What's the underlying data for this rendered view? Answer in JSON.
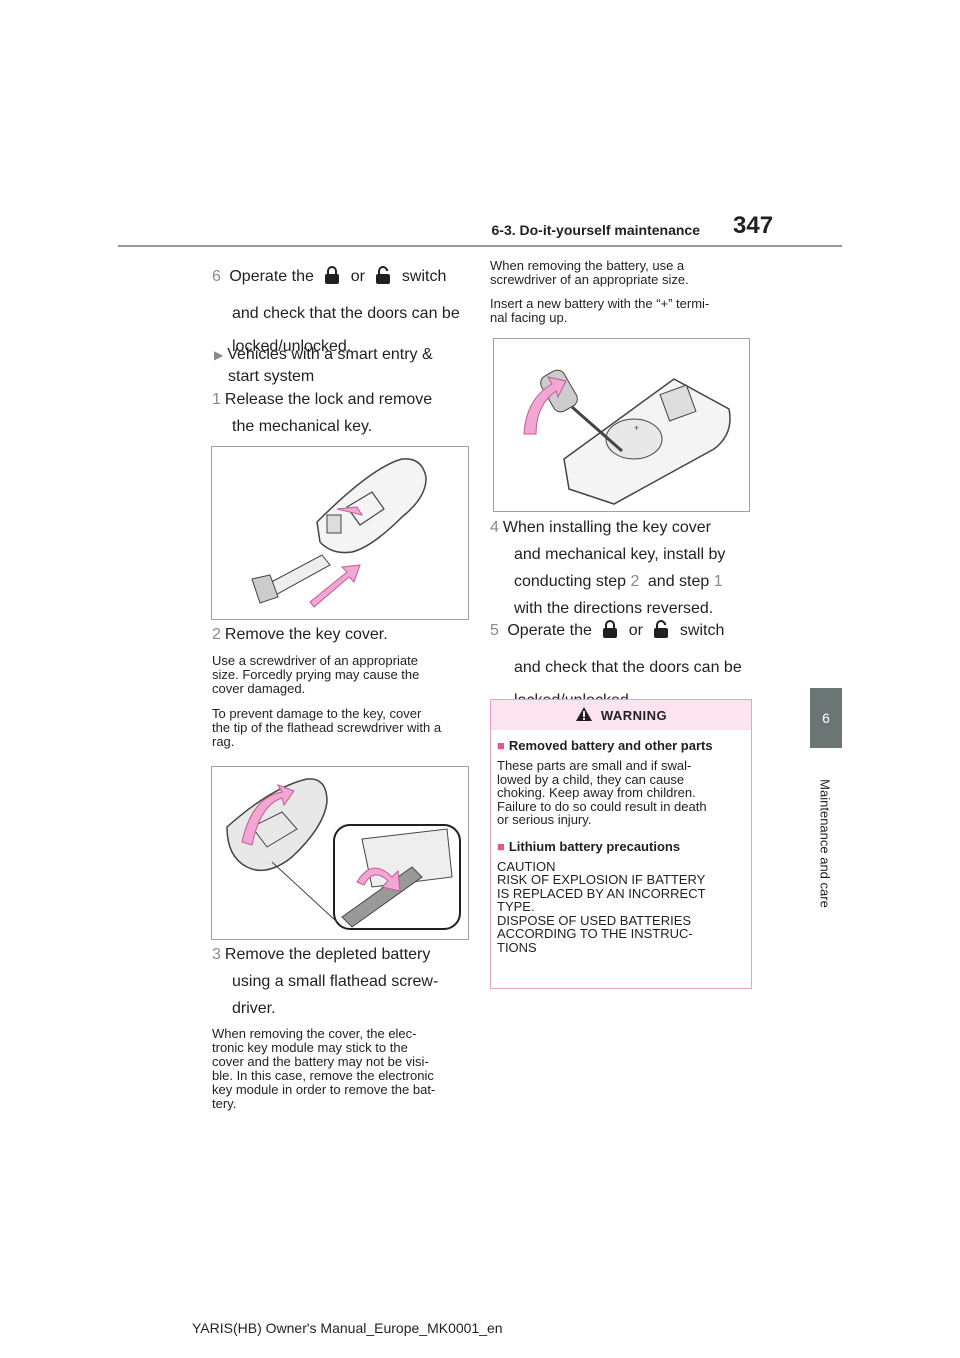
{
  "header": {
    "section_title": "6-3. Do-it-yourself maintenance",
    "page_number": "347"
  },
  "side_tab": {
    "number": "6",
    "label": "Maintenance and care"
  },
  "left": {
    "step6": {
      "num": "6",
      "text_a": "Operate the",
      "text_or": "or",
      "text_b": "switch",
      "text_c": "and check that the doors can be",
      "text_d": "locked/unlocked."
    },
    "bullet": {
      "line1": "Vehicles with a smart entry &",
      "line2": "start system"
    },
    "step1": {
      "num": "1",
      "line1": "Release the lock and remove",
      "line2": "the mechanical key."
    },
    "step2": {
      "num": "2",
      "line1": "Remove the key cover."
    },
    "note2a": [
      "Use a screwdriver of an appropriate",
      "size. Forcedly prying may cause the",
      "cover damaged."
    ],
    "note2b": [
      "To prevent damage to the key, cover",
      "the tip of the flathead screwdriver with a",
      "rag."
    ],
    "step3": {
      "num": "3",
      "line1": "Remove the depleted battery",
      "line2": "using a small flathead screw-",
      "line3": "driver."
    },
    "note3": [
      "When removing the cover, the elec-",
      "tronic key module may stick to the",
      "cover and the battery may not be visi-",
      "ble. In this case, remove the electronic",
      "key module in order to remove the bat-",
      "tery."
    ]
  },
  "right": {
    "note_top_a": [
      "When removing the battery, use a",
      "screwdriver of an appropriate size."
    ],
    "note_top_b": [
      "Insert a new battery with the “+” termi-",
      "nal facing up."
    ],
    "step4": {
      "num": "4",
      "line1": "When installing the key cover",
      "line2": "and mechanical key, install by",
      "line3a": "conducting step",
      "ref1": "2",
      "line3b": "and step",
      "ref2": "1",
      "line4": "with the directions reversed."
    },
    "step5": {
      "num": "5",
      "text_a": "Operate the",
      "text_or": "or",
      "text_b": "switch",
      "text_c": "and check that the doors can be",
      "text_d": "locked/unlocked."
    }
  },
  "warning": {
    "heading": "WARNING",
    "item1_title": "Removed battery and other parts",
    "item1_text": [
      "These parts are small and if swal-",
      "lowed by a child, they can cause",
      "choking. Keep away from children.",
      "Failure to do so could result in death",
      "or serious injury."
    ],
    "item2_title": "Lithium battery precautions",
    "item2_text": [
      "CAUTION",
      "RISK OF EXPLOSION IF BATTERY",
      "IS REPLACED BY AN INCORRECT",
      "TYPE.",
      "DISPOSE OF USED BATTERIES",
      "ACCORDING TO THE INSTRUC-",
      "TIONS"
    ]
  },
  "footer": {
    "text": "YARIS(HB) Owner's Manual_Europe_MK0001_en"
  },
  "colors": {
    "accent_pink": "#e0569a",
    "arrow_fill": "#f2a7d3",
    "tab_gray": "#6b7674",
    "warning_bg": "#fbe4ef"
  }
}
